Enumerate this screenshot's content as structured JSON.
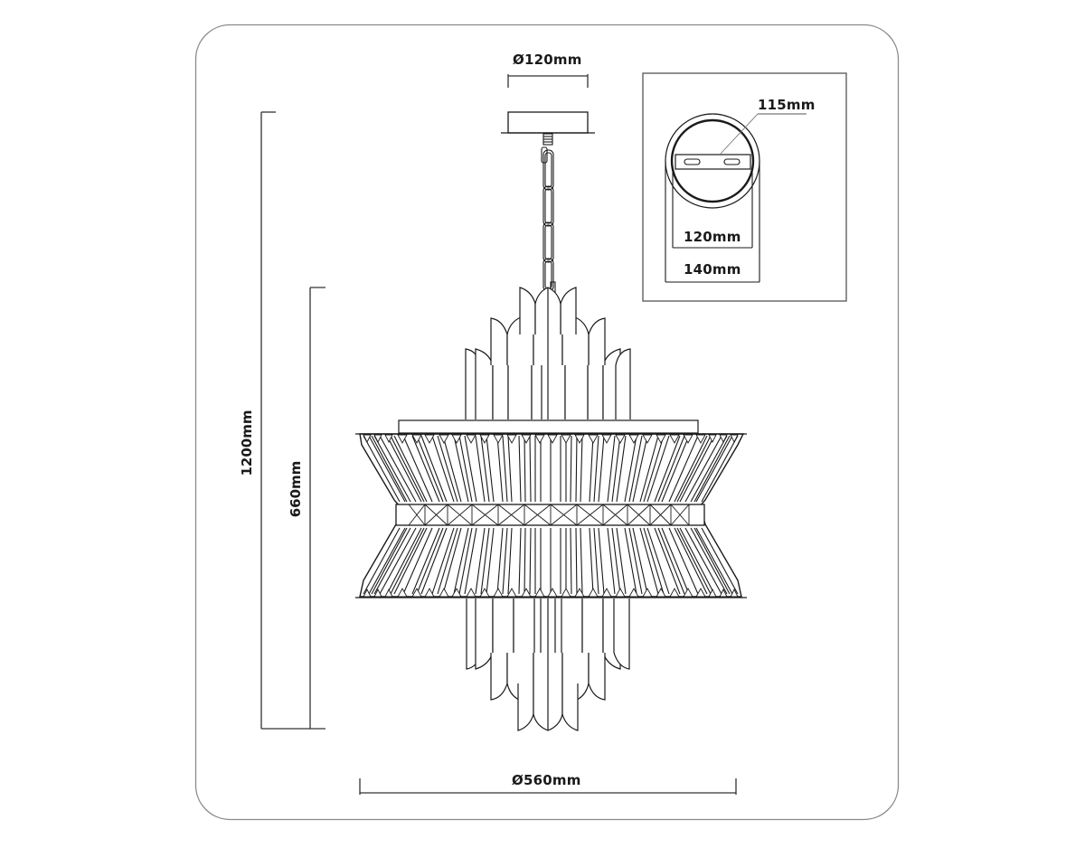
{
  "diagram": {
    "type": "technical-dimension-drawing",
    "subject": "crystal chandelier",
    "colors": {
      "line": "#1a1a1a",
      "frame": "#8a8a8a",
      "background": "#ffffff"
    },
    "dimensions": {
      "canopy_diameter": "Ø120mm",
      "total_height": "1200mm",
      "body_height": "660mm",
      "body_diameter": "Ø560mm"
    },
    "inset": {
      "title": "canopy mounting detail",
      "bracket_length": "115mm",
      "inner_diameter": "120mm",
      "outer_diameter": "140mm"
    }
  }
}
